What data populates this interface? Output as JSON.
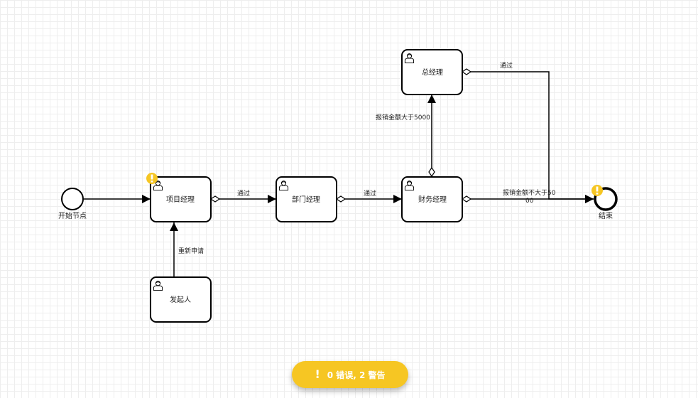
{
  "colors": {
    "warning": "#f6c623",
    "stroke": "#000000",
    "grid": "#eeeeee"
  },
  "nodes": {
    "start": {
      "label": "开始节点"
    },
    "project_manager": {
      "label": "项目经理",
      "has_warning": true,
      "icon": "user-icon"
    },
    "dept_manager": {
      "label": "部门经理",
      "icon": "user-icon"
    },
    "finance_manager": {
      "label": "财务经理",
      "icon": "user-icon"
    },
    "general_manager": {
      "label": "总经理",
      "icon": "user-icon"
    },
    "initiator": {
      "label": "发起人",
      "icon": "user-icon"
    },
    "end": {
      "label": "结束",
      "has_warning": true
    }
  },
  "edges": {
    "pm_to_dm": "通过",
    "dm_to_fm": "通过",
    "fm_to_gm": "报销金额大于5000",
    "gm_to_end": "通过",
    "fm_to_end_line1": "报销金额不大于50",
    "fm_to_end_line2": "00",
    "initiator_to_pm": "重新申请"
  },
  "linting": {
    "label": "0 错误, 2 警告",
    "icon": "exclamation-icon"
  }
}
